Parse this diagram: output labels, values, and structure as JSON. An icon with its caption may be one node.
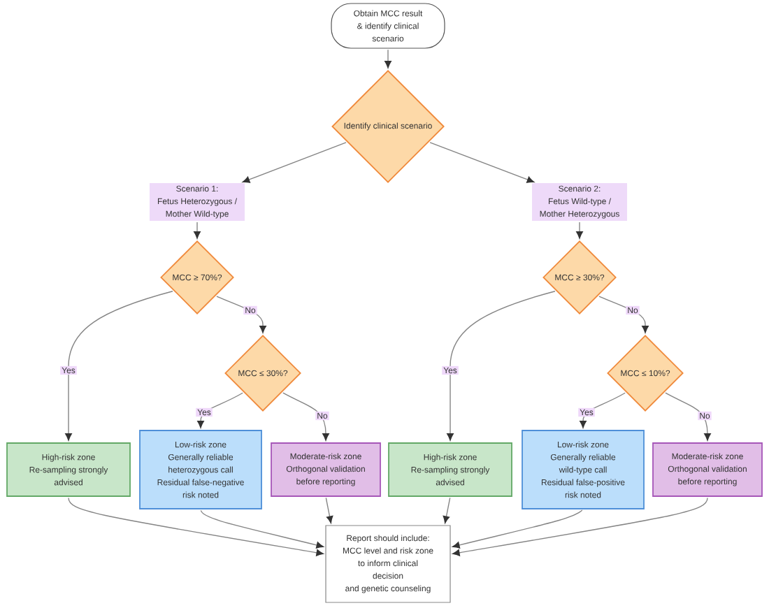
{
  "diagram": {
    "nodes": [
      {
        "text": [
          "Obtain MCC result & identify clinical scenario"
        ]
      },
      {
        "text": [
          "Identify clinical scenario"
        ]
      },
      {
        "text": [
          "Scenario 1:",
          "Fetus Heterozygous / Mother Wild-type"
        ]
      },
      {
        "text": [
          "Scenario 2:",
          "Fetus Wild-type / Mother Heterozygous"
        ]
      },
      {
        "text": [
          "MCC ≥ 70%?"
        ]
      },
      {
        "text": [
          "MCC ≥ 30%?"
        ]
      },
      {
        "text": [
          "MCC ≤ 30%?"
        ]
      },
      {
        "text": [
          "MCC ≤ 10%?"
        ]
      },
      {
        "text": [
          "High-risk zone",
          "Re-sampling strongly advised"
        ]
      },
      {
        "text": [
          "Low-risk zone",
          "Generally reliable heterozygous call",
          "Residual false-negative risk noted"
        ]
      },
      {
        "text": [
          "Moderate-risk zone",
          "Orthogonal validation before reporting"
        ]
      },
      {
        "text": [
          "High-risk zone",
          "Re-sampling strongly advised"
        ]
      },
      {
        "text": [
          "Low-risk zone",
          "Generally reliable wild-type call",
          "Residual false-positive risk noted"
        ]
      },
      {
        "text": [
          "Moderate-risk zone",
          "Orthogonal validation before reporting"
        ]
      },
      {
        "text": [
          "Report should include:",
          "MCC level and risk zone to inform clinical decision",
          "and genetic counseling"
        ]
      }
    ],
    "edges": [
      {
        "from": 0,
        "to": 1,
        "arrow": "to"
      },
      {
        "from": 1,
        "to": 2,
        "arrow": "to"
      },
      {
        "from": 1,
        "to": 3,
        "arrow": "to"
      },
      {
        "from": 2,
        "to": 4,
        "arrow": "to"
      },
      {
        "from": 3,
        "to": 5,
        "arrow": "to"
      },
      {
        "from": 4,
        "to": 8,
        "arrow": "to",
        "label": "Yes"
      },
      {
        "from": 4,
        "to": 6,
        "arrow": "to",
        "label": "No"
      },
      {
        "from": 5,
        "to": 11,
        "arrow": "to",
        "label": "Yes"
      },
      {
        "from": 5,
        "to": 7,
        "arrow": "to",
        "label": "No"
      },
      {
        "from": 6,
        "to": 9,
        "arrow": "to",
        "label": "Yes"
      },
      {
        "from": 6,
        "to": 10,
        "arrow": "to",
        "label": "No"
      },
      {
        "from": 7,
        "to": 12,
        "arrow": "to",
        "label": "Yes"
      },
      {
        "from": 7,
        "to": 13,
        "arrow": "to",
        "label": "No"
      },
      {
        "from": 8,
        "to": 14,
        "arrow": "to"
      },
      {
        "from": 9,
        "to": 14,
        "arrow": "to"
      },
      {
        "from": 10,
        "to": 14,
        "arrow": "to"
      },
      {
        "from": 11,
        "to": 14,
        "arrow": "to"
      },
      {
        "from": 12,
        "to": 14,
        "arrow": "to"
      },
      {
        "from": 13,
        "to": 14,
        "arrow": "to"
      }
    ]
  }
}
